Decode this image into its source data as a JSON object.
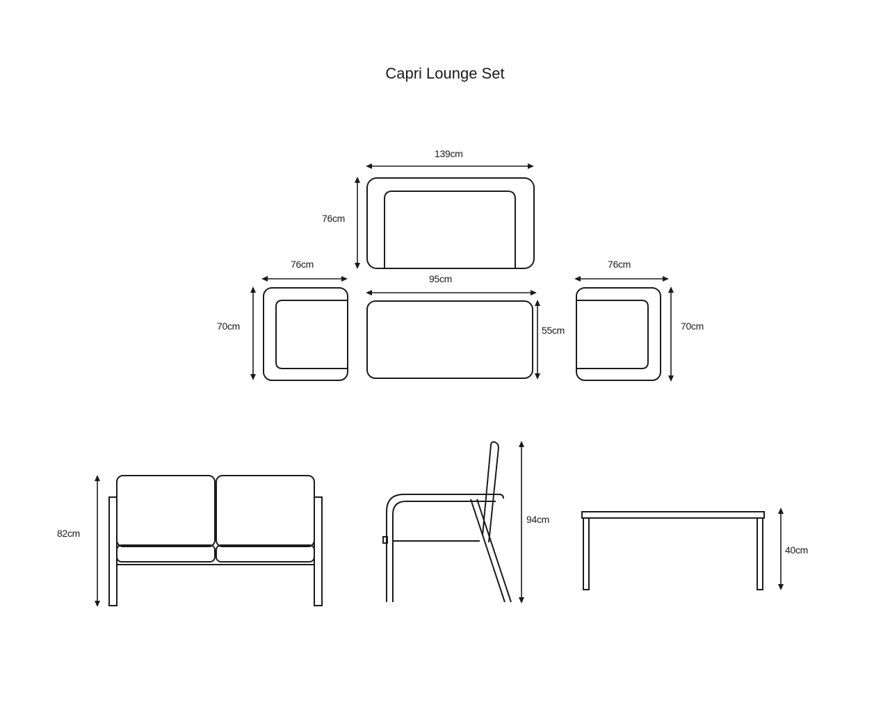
{
  "title": "Capri Lounge Set",
  "dimensions": {
    "sofa_top_width": "139cm",
    "sofa_top_depth": "76cm",
    "chair_left_width": "76cm",
    "chair_left_depth": "70cm",
    "table_top_width": "95cm",
    "table_top_depth": "55cm",
    "chair_right_width": "76cm",
    "chair_right_depth": "70cm",
    "sofa_front_height": "82cm",
    "chair_side_height": "94cm",
    "table_side_height": "40cm"
  }
}
